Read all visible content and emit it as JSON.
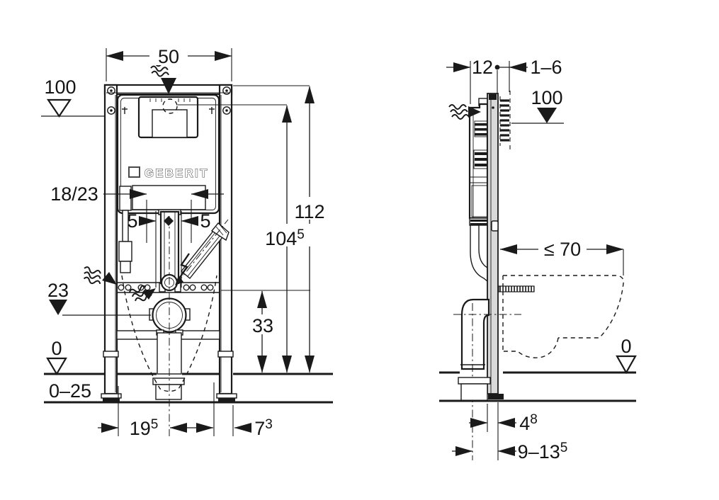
{
  "brand": "GEBERIT",
  "colors": {
    "line": "#1a1a1a",
    "rail_gray": "#d9d9d9",
    "background": "#ffffff"
  },
  "icons": {
    "odour_extraction": "wavy-lines",
    "supply_level_marker": "filled-triangle-down",
    "floor_level_marker": "open-triangle-down",
    "power_connection": "lightning-arrow",
    "dimension_arrow": "solid-arrowhead",
    "chain_dimension_separator": "dot",
    "pipe_center_marker": "diamond"
  },
  "left_view": {
    "frame_width": "50",
    "supply_level": "100",
    "service_opening": "18/23",
    "pipe_offset_left": "5",
    "pipe_offset_right": "5",
    "outlet_center_height": "23",
    "total_height": "112",
    "cistern_height_main": "104",
    "cistern_height_sup": "5",
    "crossbar_height": "33",
    "finished_floor": "0",
    "floor_buildup": "0–25",
    "outlet_offset_main": "19",
    "outlet_offset_sup": "5",
    "side_clearance_main": "7",
    "side_clearance_sup": "3"
  },
  "right_view": {
    "frame_depth": "12",
    "finished_wall": "1–6",
    "supply_level": "100",
    "bowl_depth": "≤ 70",
    "finished_floor": "0",
    "rail_depth_main": "4",
    "rail_depth_sup": "8",
    "drain_offset_main": "9–13",
    "drain_offset_sup": "5"
  }
}
